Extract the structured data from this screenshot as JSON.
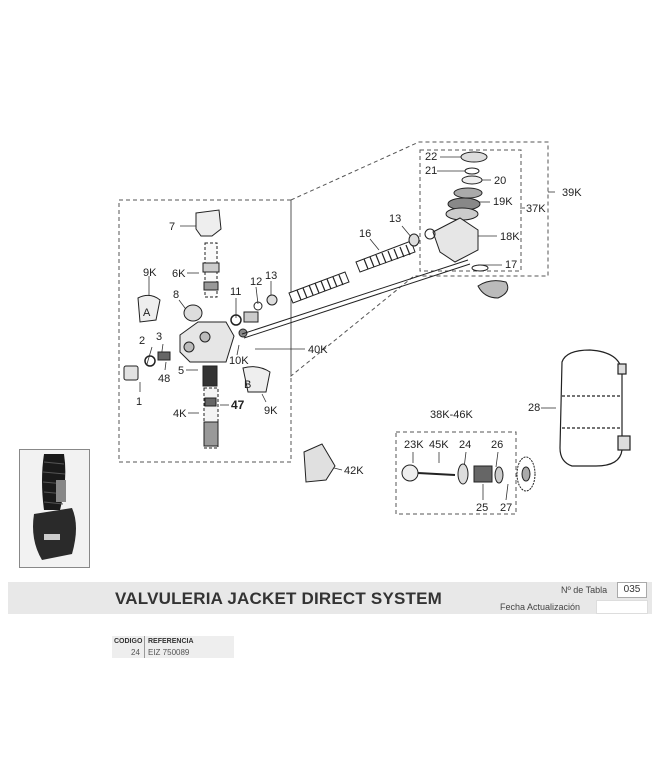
{
  "labels": {
    "l22": "22",
    "l21": "21",
    "l20": "20",
    "l19k": "19K",
    "l37k": "37K",
    "l39k": "39K",
    "l13a": "13",
    "l16": "16",
    "l18k": "18K",
    "l17": "17",
    "l7": "7",
    "l9ka": "9K",
    "l6k": "6K",
    "l8": "8",
    "l11": "11",
    "l12": "12",
    "l13b": "13",
    "lA": "A",
    "l2": "2",
    "l3": "3",
    "l48": "48",
    "l1": "1",
    "l10k": "10K",
    "l40k": "40K",
    "l5": "5",
    "l4k": "4K",
    "l47": "47",
    "lB": "B",
    "l9kb": "9K",
    "l42k": "42K",
    "l28": "28",
    "l38k46k": "38K-46K",
    "l23k": "23K",
    "l45k": "45K",
    "l24": "24",
    "l26": "26",
    "l25": "25",
    "l27": "27"
  },
  "footer": {
    "title": "VALVULERIA JACKET DIRECT SYSTEM",
    "tabla_label": "Nº de Tabla",
    "tabla_value": "035",
    "fecha_label": "Fecha Actualización",
    "codigo_header": "CODIGO",
    "referencia_header": "REFERENCIA",
    "codigo_value": "24",
    "referencia_value": "EIZ 750089"
  }
}
